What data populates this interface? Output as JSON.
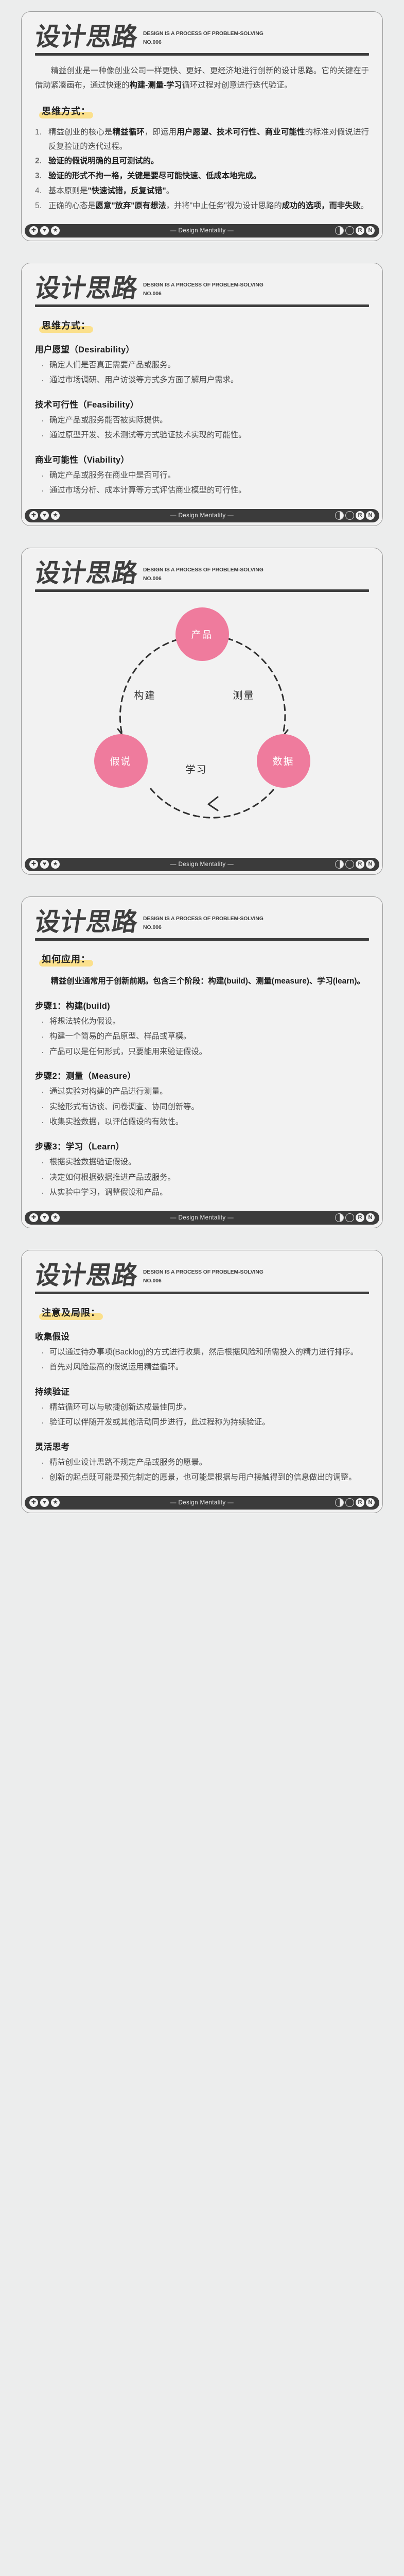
{
  "header": {
    "title_cn": "设计思路",
    "subtitle_line1": "DESIGN IS A PROCESS OF PROBLEM-SOLVING",
    "subtitle_line2": "NO.006"
  },
  "footer": {
    "brand": "— Design Mentality —",
    "left_icons": [
      "plus-icon",
      "heart-icon",
      "star-icon"
    ],
    "right_icons": [
      "half-circle-icon",
      "circle-icon",
      "letter-r-icon",
      "letter-n-icon"
    ],
    "right_letters": [
      "",
      "",
      "R",
      "N"
    ]
  },
  "colors": {
    "background": "#eceded",
    "card_bg": "#f2f2f2",
    "ink": "#3e3e3e",
    "highlight": "#fbe08c",
    "accent_pink": "#ef7b9d",
    "bar": "#3b3b3b"
  },
  "cards": [
    {
      "id": "card-intro",
      "intro_html": "精益创业是一种像创业公司一样更快、更好、更经济地进行创新的设计思路。它的关键在于借助紧凑画布，通过快速的<b>构建-测量-学习</b>循环过程对创意进行迭代验证。",
      "section_title": "思维方式：",
      "numbered": [
        "精益创业的核心是<b>精益循环</b>，即运用<b>用户愿望、技术可行性、商业可能性</b>的标准对假说进行反复验证的迭代过程。",
        "<b>验证的假说明确的且可测试的</b>。",
        "<b>验证的形式</b>不拘一格，关键是要尽可能<b>快速、低成本地完成</b>。",
        "基本原则是<b>\"快速试错，反复试错\"</b>。",
        "正确的心态是<b>愿意\"放弃\"原有想法</b>，并将\"中止任务\"视为设计思路的<b>成功的选项，而非失败</b>。"
      ]
    },
    {
      "id": "card-mindset",
      "section_title": "思维方式：",
      "groups": [
        {
          "heading": "用户愿望（Desirability）",
          "bullets": [
            "确定人们是否真正需要产品或服务。",
            "通过市场调研、用户访谈等方式多方面了解用户需求。"
          ]
        },
        {
          "heading": "技术可行性（Feasibility）",
          "bullets": [
            "确定产品或服务能否被实际提供。",
            "通过原型开发、技术测试等方式验证技术实现的可能性。"
          ]
        },
        {
          "heading": "商业可能性（Viability）",
          "bullets": [
            "确定产品或服务在商业中是否可行。",
            "通过市场分析、成本计算等方式评估商业模型的可行性。"
          ]
        }
      ]
    },
    {
      "id": "card-diagram",
      "diagram": {
        "nodes": [
          {
            "label": "产品",
            "position": "top"
          },
          {
            "label": "假说",
            "position": "left"
          },
          {
            "label": "数据",
            "position": "right"
          }
        ],
        "edge_labels": [
          {
            "label": "构建",
            "position": "left"
          },
          {
            "label": "测量",
            "position": "right"
          },
          {
            "label": "学习",
            "position": "bottom"
          }
        ]
      }
    },
    {
      "id": "card-apply",
      "section_title": "如何应用：",
      "intro": "精益创业通常用于创新前期。包含三个阶段：构建(build)、测量(measure)、学习(learn)。",
      "groups": [
        {
          "heading": "步骤1：构建(build)",
          "bullets": [
            "将想法转化为假设。",
            "构建一个简易的产品原型、样品或草模。",
            "产品可以是任何形式，只要能用来验证假设。"
          ]
        },
        {
          "heading": "步骤2：测量（Measure）",
          "bullets": [
            "通过实验对构建的产品进行测量。",
            "实验形式有访谈、问卷调查、协同创新等。",
            "收集实验数据，以评估假设的有效性。"
          ]
        },
        {
          "heading": "步骤3：学习（Learn）",
          "bullets": [
            "根据实验数据验证假设。",
            "决定如何根据数据推进产品或服务。",
            "从实验中学习，调整假设和产品。"
          ]
        }
      ]
    },
    {
      "id": "card-caveats",
      "section_title": "注意及局限：",
      "groups": [
        {
          "heading": "收集假设",
          "bullets": [
            "可以通过待办事项(Backlog)的方式进行收集，然后根据风险和所需投入的精力进行排序。",
            "首先对风险最高的假说运用精益循环。"
          ]
        },
        {
          "heading": "持续验证",
          "bullets": [
            "精益循环可以与敏捷创新达成最佳同步。",
            "验证可以伴随开发或其他活动同步进行，此过程称为持续验证。"
          ]
        },
        {
          "heading": "灵活思考",
          "bullets": [
            "精益创业设计思路不规定产品或服务的愿景。",
            "创新的起点既可能是预先制定的愿景，也可能是根据与用户接触得到的信息做出的调整。"
          ]
        }
      ]
    }
  ]
}
